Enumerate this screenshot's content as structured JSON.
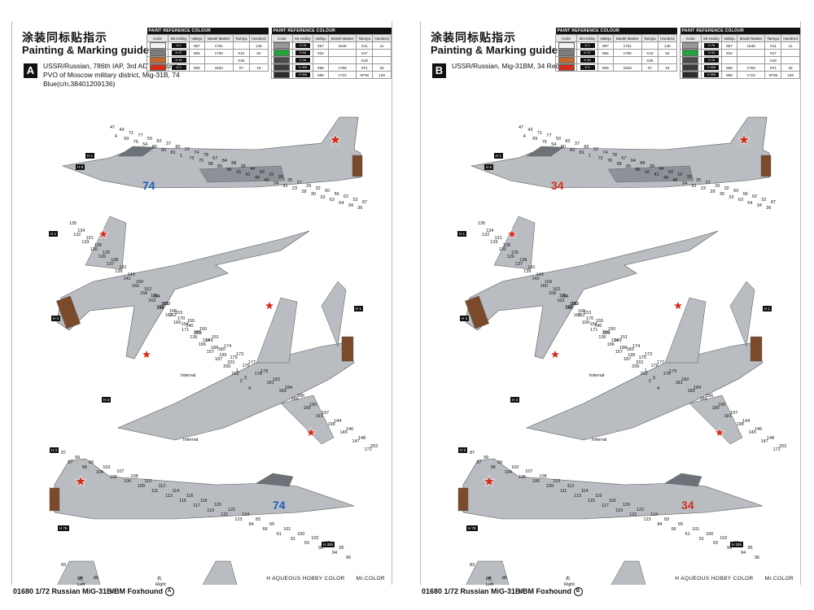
{
  "sheets": [
    {
      "id": "a",
      "title_cn": "涂装同标贴指示",
      "title_en": "Painting & Marking guide",
      "letter": "A",
      "description": "USSR/Russian, 786th IAP, 3rd AD VVS and PVO of Moscow military district, Mig-31B, 74 Blue(c/n.38401209136)",
      "tail_number": "74",
      "tail_color": "#1f5fb8",
      "caption": "01680 1/72 Russian MiG-31B/BM Foxhound",
      "caption_letter": "A"
    },
    {
      "id": "b",
      "title_cn": "涂装同标贴指示",
      "title_en": "Painting & Marking guide",
      "letter": "B",
      "description": "USSR/Russian, Mig-31BM, 34 Red.",
      "tail_number": "34",
      "tail_color": "#d2301e",
      "caption": "01680 1/72 Russian MiG-31B/BM Foxhound",
      "caption_letter": "B"
    }
  ],
  "paint_table": {
    "caption": "PAINT REFERENCE COLOUR",
    "headers": [
      "Color",
      "Mr.Hobby",
      "Vallejo",
      "Model Master",
      "Tamiya",
      "Humbrol"
    ],
    "left_rows": [
      {
        "color": "#f2f2f2",
        "code": "H 1",
        "vallejo": "997",
        "mm": "1751",
        "tamiya": "",
        "humbrol": "146"
      },
      {
        "color": "#7d7d7d",
        "code": "H 37",
        "vallejo": "865",
        "mm": "1780",
        "tamiya": "X10",
        "humbrol": "53"
      },
      {
        "color": "#c2692b",
        "code": "H 45",
        "vallejo": "",
        "mm": "",
        "tamiya": "X26",
        "humbrol": ""
      },
      {
        "color": "#d42d1a",
        "code": "H 3",
        "vallejo": "908",
        "mm": "1503",
        "tamiya": "X7",
        "humbrol": "19"
      }
    ],
    "right_rows": [
      {
        "color": "#999999",
        "code": "H 76",
        "vallejo": "867",
        "mm": "1546",
        "tamiya": "X11",
        "humbrol": "11"
      },
      {
        "color": "#1fa538",
        "code": "H 94",
        "vallejo": "834",
        "mm": "",
        "tamiya": "X27",
        "humbrol": ""
      },
      {
        "color": "#4b4b4b",
        "code": "H 18",
        "vallejo": "",
        "mm": "",
        "tamiya": "X18",
        "humbrol": ""
      },
      {
        "color": "#3a3a3a",
        "code": "H 305",
        "vallejo": "866",
        "mm": "1769",
        "tamiya": "XF1",
        "humbrol": "32"
      },
      {
        "color": "#2b2b2b",
        "code": "H 306",
        "vallejo": "868",
        "mm": "1723",
        "tamiya": "XF56",
        "humbrol": "126"
      }
    ]
  },
  "footer": {
    "aqueous": "H AQUEOUS HOBBY COLOR",
    "mr": "Mr.COLOR"
  },
  "views": {
    "internal_label": "Internal",
    "left_label": "Left",
    "right_label": "Right",
    "left_cn": "左",
    "right_cn": "右"
  },
  "callouts": {
    "top_side": [
      "47",
      "4",
      "43",
      "69",
      "71",
      "75",
      "77",
      "54",
      "59",
      "80",
      "82",
      "83",
      "37",
      "81",
      "85",
      "1",
      "22",
      "72",
      "74",
      "76",
      "78",
      "58",
      "57",
      "65",
      "84",
      "86",
      "88",
      "16",
      "39",
      "41",
      "44",
      "49",
      "53",
      "45",
      "15",
      "24",
      "26",
      "31",
      "25",
      "23",
      "27",
      "28",
      "29",
      "30",
      "32",
      "33",
      "60",
      "63",
      "56",
      "64",
      "62",
      "34",
      "52",
      "36",
      "87"
    ],
    "plan_top": [
      "135",
      "132",
      "134",
      "133",
      "131",
      "130",
      "128",
      "126",
      "125",
      "137",
      "138",
      "139",
      "141",
      "142",
      "143",
      "160",
      "159",
      "158",
      "162",
      "163",
      "164",
      "165",
      "166",
      "167",
      "168",
      "169",
      "170",
      "171",
      "140",
      "136",
      "203",
      "196",
      "194",
      "157",
      "188",
      "187",
      "199",
      "200",
      "201",
      "202",
      "1",
      "2",
      "3",
      "4"
    ],
    "plan_bottom": [
      "195",
      "192",
      "193",
      "152",
      "153",
      "154",
      "155",
      "156",
      "150",
      "149",
      "151",
      "180",
      "174",
      "175",
      "173",
      "176",
      "177",
      "178",
      "179",
      "181",
      "182",
      "183",
      "184",
      "185",
      "186",
      "189",
      "190",
      "191",
      "197",
      "198",
      "144",
      "145",
      "146",
      "147",
      "148",
      "172",
      "203"
    ],
    "bottom_side": [
      "87",
      "97",
      "99",
      "98",
      "89",
      "104",
      "103",
      "105",
      "107",
      "106",
      "108",
      "109",
      "110",
      "111",
      "112",
      "113",
      "114",
      "115",
      "116",
      "117",
      "118",
      "119",
      "120",
      "121",
      "122",
      "123",
      "124",
      "84",
      "83",
      "66",
      "65",
      "61",
      "101",
      "91",
      "100",
      "93",
      "102",
      "90",
      "92",
      "94",
      "95",
      "96"
    ],
    "fins": [
      "83",
      "84",
      "85",
      "86"
    ]
  }
}
